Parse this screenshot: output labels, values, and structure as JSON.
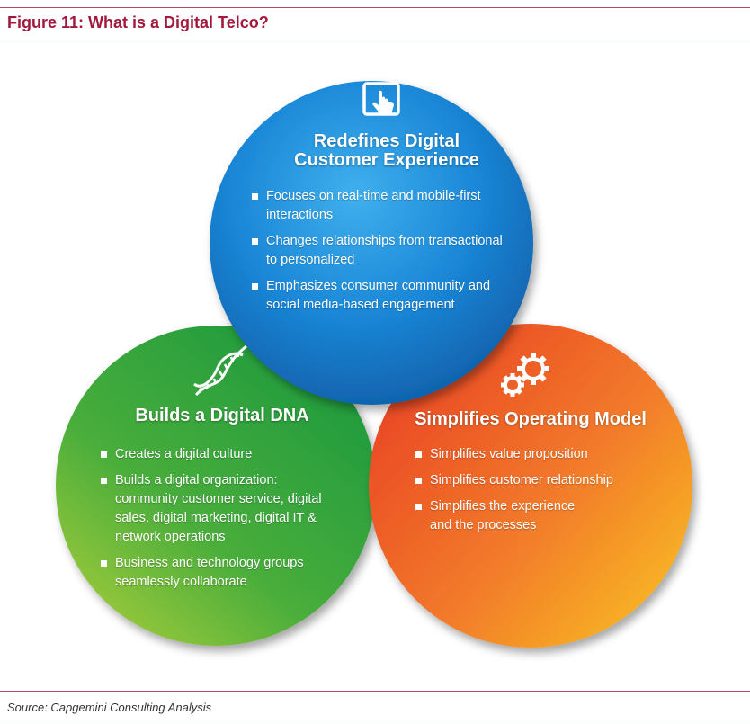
{
  "figure": {
    "title": "Figure 11: What is a Digital Telco?",
    "source": "Source: Capgemini Consulting Analysis"
  },
  "colors": {
    "rule": "#b5475f",
    "title": "#a3193d",
    "blue": "#1d7fd0",
    "green": "#3aa63a",
    "orange": "#f0752a"
  },
  "circles": {
    "blue": {
      "icon": "touch-tablet-icon",
      "heading_line1": "Redefines Digital",
      "heading_line2": "Customer Experience",
      "bullets": [
        [
          "Focuses on real-time and mobile-first",
          "interactions"
        ],
        [
          "Changes relationships from transactional",
          "to personalized"
        ],
        [
          "Emphasizes consumer community and",
          "social media-based engagement"
        ]
      ]
    },
    "green": {
      "icon": "dna-icon",
      "heading": "Builds a Digital DNA",
      "bullets": [
        [
          "Creates a digital culture"
        ],
        [
          "Builds a digital organization:",
          "community customer service, digital",
          "sales, digital marketing, digital IT &",
          "network operations"
        ],
        [
          "Business and technology groups",
          "seamlessly collaborate"
        ]
      ]
    },
    "orange": {
      "icon": "gears-icon",
      "heading": "Simplifies Operating Model",
      "bullets": [
        [
          "Simplifies value proposition"
        ],
        [
          "Simplifies customer relationship"
        ],
        [
          "Simplifies the experience",
          "and the processes"
        ]
      ]
    }
  }
}
